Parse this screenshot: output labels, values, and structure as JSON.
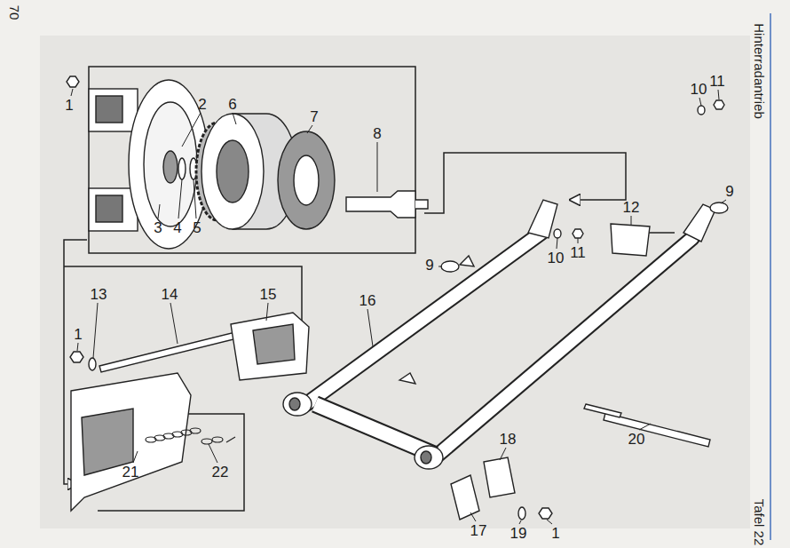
{
  "diagram": {
    "title": "Hinterradantrieb",
    "labels": [
      "70",
      "1",
      "2",
      "6",
      "7",
      "8",
      "3",
      "4",
      "5",
      "9",
      "10",
      "11",
      "12",
      "10",
      "11",
      "9",
      "13",
      "14",
      "15",
      "16",
      "1",
      "21",
      "22",
      "18",
      "20",
      "17",
      "19",
      "1",
      "Tafel 22"
    ]
  }
}
